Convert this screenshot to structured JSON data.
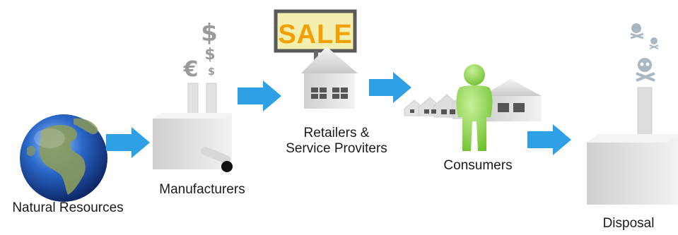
{
  "stages": [
    {
      "id": "natural-resources",
      "label": "Natural Resources"
    },
    {
      "id": "manufacturers",
      "label": "Manufacturers"
    },
    {
      "id": "retailers",
      "label_line1": "Retailers &",
      "label_line2": "Service Proviters"
    },
    {
      "id": "consumers",
      "label": "Consumers"
    },
    {
      "id": "disposal",
      "label": "Disposal"
    }
  ],
  "sign": {
    "text": "SALE"
  },
  "money_symbols": {
    "large": "$",
    "medium": "$",
    "small": "$",
    "euro": "€"
  },
  "colors": {
    "arrow": "#2f9fe6",
    "globe_ocean": "#1f4fa8",
    "globe_land": "#7f8a5a",
    "building": "#e6e6e6",
    "person": "#8fd14f",
    "sign_text": "#f4a000"
  },
  "icons": [
    "globe-icon",
    "factory-icon",
    "money-smoke-icon",
    "store-icon",
    "sale-sign-icon",
    "person-icon",
    "houses-icon",
    "skull-icon"
  ]
}
